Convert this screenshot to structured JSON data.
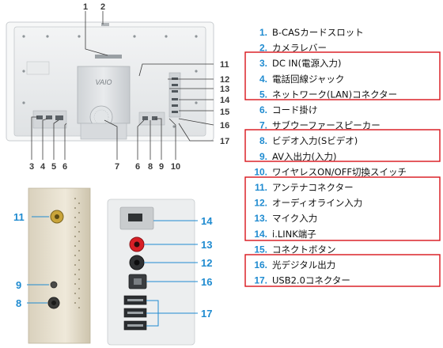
{
  "callouts": {
    "n1": "1",
    "n2": "2",
    "n3": "3",
    "n4": "4",
    "n5": "5",
    "n6": "6",
    "n7": "7",
    "n8": "8",
    "n9": "9",
    "n10": "10",
    "n11": "11",
    "n12": "12",
    "n13": "13",
    "n14": "14",
    "n15": "15",
    "n16": "16",
    "n17": "17"
  },
  "logo": "VAIO",
  "list": [
    {
      "num": "1.",
      "label": "B-CASカードスロット"
    },
    {
      "num": "2.",
      "label": "カメラレバー"
    },
    {
      "num": "3.",
      "label": "DC IN(電源入力)"
    },
    {
      "num": "4.",
      "label": "電話回線ジャック"
    },
    {
      "num": "5.",
      "label": "ネットワーク(LAN)コネクター"
    },
    {
      "num": "6.",
      "label": "コード掛け"
    },
    {
      "num": "7.",
      "label": "サブウーファースピーカー"
    },
    {
      "num": "8.",
      "label": "ビデオ入力(Sビデオ)"
    },
    {
      "num": "9.",
      "label": "AV入出力(入力)"
    },
    {
      "num": "10.",
      "label": "ワイヤレスON/OFF切換スイッチ"
    },
    {
      "num": "11.",
      "label": "アンテナコネクター"
    },
    {
      "num": "12.",
      "label": "オーディオライン入力"
    },
    {
      "num": "13.",
      "label": "マイク入力"
    },
    {
      "num": "14.",
      "label": "i.LINK端子"
    },
    {
      "num": "15.",
      "label": "コネクトボタン"
    },
    {
      "num": "16.",
      "label": "光デジタル出力"
    },
    {
      "num": "17.",
      "label": "USB2.0コネクター"
    }
  ],
  "colors": {
    "accent_blue": "#1f8bd0",
    "frame_red": "#d9141b",
    "panel_gray": "#e7e9ea",
    "port_red": "#d81f26"
  }
}
